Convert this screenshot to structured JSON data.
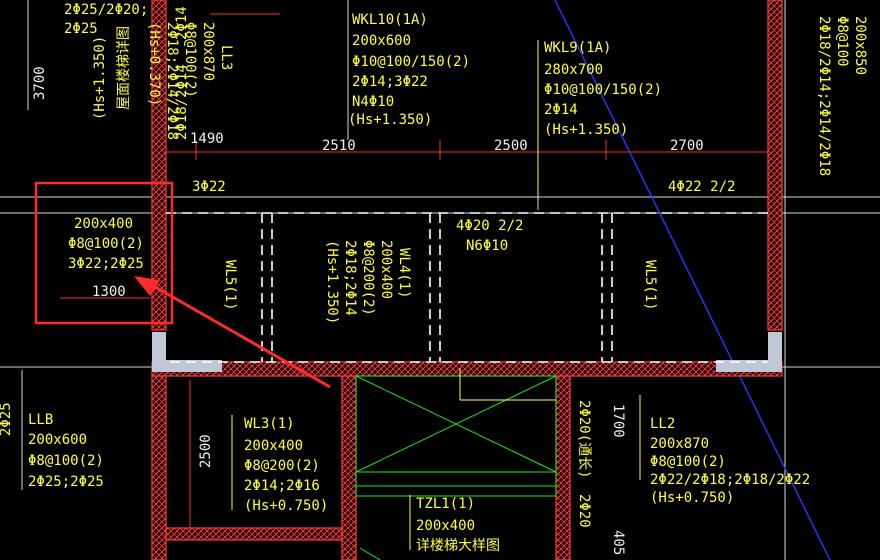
{
  "labels": {
    "top_left_1": "2Φ25/2Φ20;",
    "top_left_2": "2Φ25",
    "vert_left_dim": "3700",
    "vert_note": "(Hs+1.350)",
    "vert_stair_title": "屋面楼梯详图",
    "vert_col1": "2Φ14",
    "vert_col2": "2Φ18/2Φ14",
    "ll3_name": "LL3",
    "ll3_size": "200x870",
    "ll3_stirrup": "Φ8@100(2)",
    "ll3_bars": "2Φ18;2Φ14/2Φ18",
    "ll3_elev": "(Hs+0.370)",
    "wkl10_name": "WKL10(1A)",
    "wkl10_size": "200x600",
    "wkl10_stirrup": "Φ10@100/150(2)",
    "wkl10_bars": "2Φ14;3Φ22",
    "wkl10_n": "N4Φ10",
    "wkl10_elev": "(Hs+1.350)",
    "wkl9_name": "WKL9(1A)",
    "wkl9_size": "280x700",
    "wkl9_stirrup": "Φ10@100/150(2)",
    "wkl9_bars": "2Φ14",
    "wkl9_elev": "(Hs+1.350)",
    "right_size": "200x850",
    "right_stirrup": "Φ8@100",
    "right_bars": "2Φ18/2Φ14;2Φ14/2Φ18",
    "dim_1490": "1490",
    "dim_2510": "2510",
    "dim_2500_top": "2500",
    "dim_2700": "2700",
    "bar_3phi22": "3Φ22",
    "bar_4phi22": "4Φ22 2/2",
    "box_size": "200x400",
    "box_stirrup": "Φ8@100(2)",
    "box_bars": "3Φ22;2Φ25",
    "box_dim": "1300",
    "mid_bars": "4Φ20 2/2",
    "mid_n": "N6Φ10",
    "wl5_left": "WL5(1)",
    "wl5_right": "WL5(1)",
    "wl4_name": "WL4(1)",
    "wl4_size": "200x400",
    "wl4_stirrup": "Φ8@200(2)",
    "wl4_bars": "2Φ18;2Φ14",
    "wl4_elev": "(Hs+1.350)",
    "llb_left": "2Φ25",
    "llb_name": "LLB",
    "llb_size": "200x600",
    "llb_stirrup": "Φ8@100(2)",
    "llb_bars": "2Φ25;2Φ25",
    "dim_2500_low": "2500",
    "wl3_name": "WL3(1)",
    "wl3_size": "200x400",
    "wl3_stirrup": "Φ8@200(2)",
    "wl3_bars": "2Φ14;2Φ16",
    "wl3_elev": "(Hs+0.750)",
    "tzl1_name": "TZL1(1)",
    "tzl1_size": "200x400",
    "tzl1_note": "详楼梯大样图",
    "vert_2phi20a": "2Φ20(通长)",
    "vert_2phi20b": "2Φ20",
    "dim_1700": "1700",
    "ll2_name": "LL2",
    "ll2_size": "200x870",
    "ll2_stirrup": "Φ8@100(2)",
    "ll2_bars": "2Φ22/2Φ18;2Φ18/2Φ22",
    "ll2_elev": "(Hs+0.750)",
    "dim_405": "405"
  },
  "colors": {
    "background": "#000000",
    "text": "#ffff3c",
    "wall_outline": "#ff3a3a",
    "highlight": "#ff2a2a",
    "green_lines": "#18e818",
    "blue_line": "#2838ff"
  }
}
